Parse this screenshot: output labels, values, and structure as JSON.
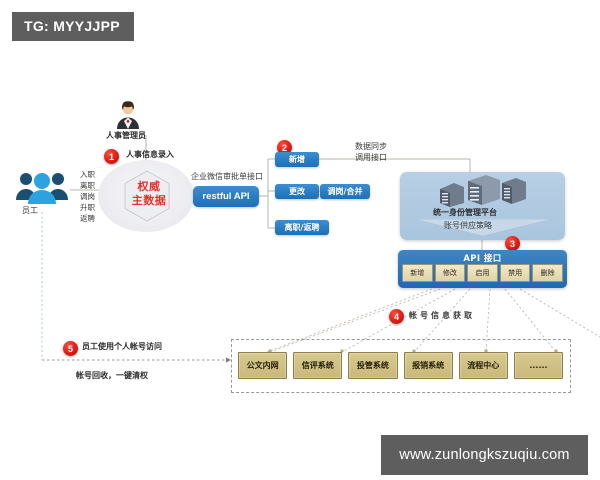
{
  "overlays": {
    "tag_badge": "TG: MYYJJPP",
    "watermark": "www.zunlongkszuqiu.com"
  },
  "diagram": {
    "title_hidden": "",
    "employee": {
      "label": "员工",
      "events": "入职\n离职\n调岗\n升职\n返聘",
      "icon": "people-group-icon"
    },
    "hr_admin": {
      "label": "人事管理员",
      "icon": "person-suit-icon"
    },
    "master_data": {
      "line1": "权威",
      "line2": "主数据"
    },
    "interfaces": {
      "wechat_label": "企业微信审批单接口",
      "restful_api": "restful API",
      "sync_label": "数据同步\n调用接口"
    },
    "operations": [
      {
        "key": "add",
        "label": "新增"
      },
      {
        "key": "modify",
        "label": "更改"
      },
      {
        "key": "transfer",
        "label": "调岗/合并"
      },
      {
        "key": "leave",
        "label": "离职/返聘"
      }
    ],
    "platform": {
      "name": "统一身份管理平台",
      "policy": "账号供应策略",
      "icon": "server-racks-icon"
    },
    "api_panel": {
      "title": "API 接口",
      "buttons": [
        "新增",
        "修改",
        "启用",
        "禁用",
        "删除"
      ]
    },
    "systems": [
      "公文内网",
      "信评系统",
      "投管系统",
      "报销系统",
      "流程中心",
      "......"
    ],
    "flows": [
      {
        "number": "1",
        "label": "人事信息录入"
      },
      {
        "number": "2",
        "label": ""
      },
      {
        "number": "3",
        "label": ""
      },
      {
        "number": "4",
        "label": "帐号信息获取"
      },
      {
        "number": "5",
        "label": "员工使用个人帐号访问"
      }
    ],
    "recycle_note": "帐号回收，一键清权"
  },
  "colors": {
    "badge_red": "#e01b14",
    "pill_blue": "#2176c7",
    "platform_blue": "#b0c9e0",
    "system_tan": "#cdbc80",
    "overlay_gray": "#5e5e5e",
    "master_red": "#e8302a"
  }
}
